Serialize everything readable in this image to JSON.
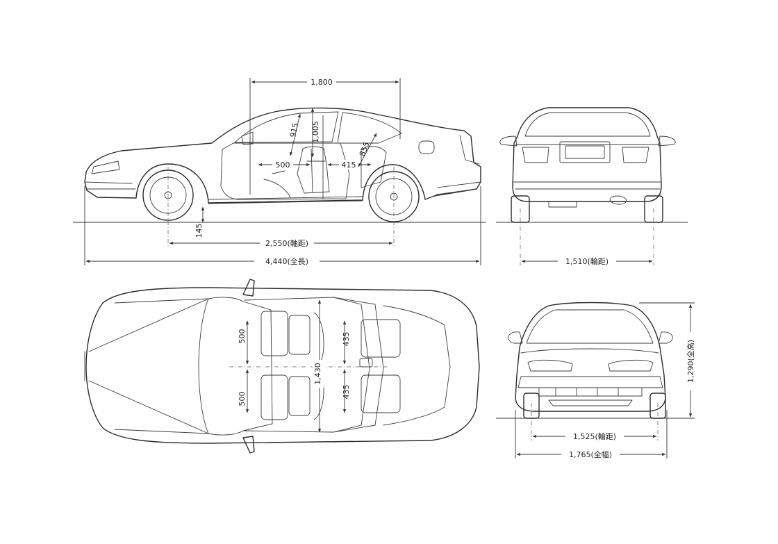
{
  "dimensions": {
    "height_side": "1,800",
    "rear_seat_height": "915",
    "front_seat_height": "1,005",
    "front_legroom": "500",
    "rear_legroom": "415",
    "rear_head": "855",
    "ground_clearance": "145",
    "wheelbase": "2,550(軸距)",
    "overall_length": "4,440(全長)",
    "rear_track": "1,510(輪距)",
    "seat_width_left": "500",
    "seat_width_right": "500",
    "rear_seat_width_top": "435",
    "rear_seat_width_bottom": "435",
    "cabin_width": "1,430",
    "overall_height": "1,290(全高)",
    "front_track": "1,525(輪距)",
    "overall_width": "1,765(全幅)"
  },
  "colors": {
    "line": "#2a2a2a",
    "background": "#ffffff"
  }
}
